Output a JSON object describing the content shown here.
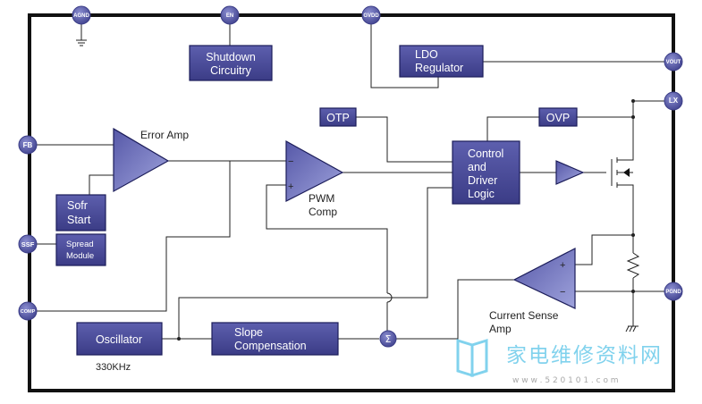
{
  "pins": {
    "agnd": "AGND",
    "en": "EN",
    "gvdd": "GVDD",
    "vout": "VOUT",
    "lx": "LX",
    "fb": "FB",
    "ss": "SSF",
    "comp": "COMP",
    "pgnd": "PGND"
  },
  "blocks": {
    "shutdown": [
      "Shutdown",
      "Circuitry"
    ],
    "ldo": [
      "LDO",
      "Regulator"
    ],
    "otp": "OTP",
    "ovp": "OVP",
    "control": [
      "Control",
      "and",
      "Driver",
      "Logic"
    ],
    "soft_start": [
      "Sofr",
      "Start"
    ],
    "spread": [
      "Spread",
      "Module"
    ],
    "oscillator": "Oscillator",
    "slope": [
      "Slope",
      "Compensation"
    ]
  },
  "labels": {
    "error_amp": "Error Amp",
    "pwm_comp": [
      "PWM",
      "Comp"
    ],
    "current_sense": [
      "Current Sense",
      "Amp"
    ],
    "frequency": "330KHz",
    "sum_symbol": "Σ",
    "plus": "+",
    "minus": "−"
  },
  "watermark": {
    "cn": "家电维修资料网",
    "url": "w w w . 5 2 0 1 0 1 . c o m",
    "icon_color": "#58c4e8"
  },
  "colors": {
    "block": "#4b4c9a",
    "border": "#111111",
    "pin": "#5d60b0"
  }
}
